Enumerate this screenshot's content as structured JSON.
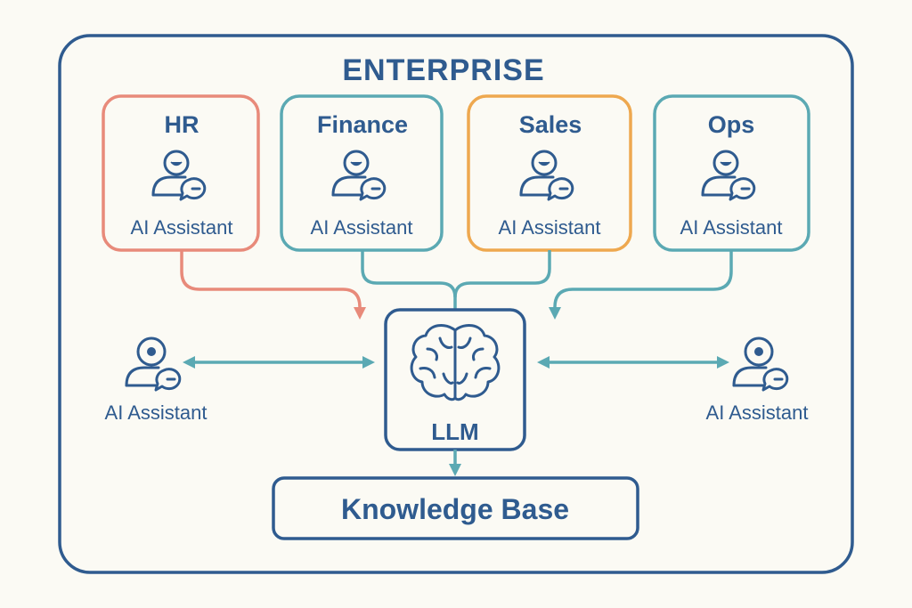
{
  "enterprise": {
    "title": "ENTERPRISE"
  },
  "departments": [
    {
      "name": "HR",
      "assistant_label": "AI Assistant",
      "color": "#e88a7a"
    },
    {
      "name": "Finance",
      "assistant_label": "AI Assistant",
      "color": "#5ba9b3"
    },
    {
      "name": "Sales",
      "assistant_label": "AI Assistant",
      "color": "#eea84f"
    },
    {
      "name": "Ops",
      "assistant_label": "AI Assistant",
      "color": "#5ba9b3"
    }
  ],
  "llm": {
    "label": "LLM"
  },
  "knowledge_base": {
    "label": "Knowledge Base"
  },
  "side_assistants": {
    "left_label": "AI Assistant",
    "right_label": "AI Assistant"
  },
  "colors": {
    "primary_navy": "#2f5b8f",
    "teal": "#5ba9b3",
    "coral": "#e88a7a",
    "orange": "#eea84f",
    "background": "#fbfaf4"
  },
  "icons": {
    "department": "person-chat-icon",
    "llm": "brain-icon",
    "side": "person-chat-icon"
  }
}
